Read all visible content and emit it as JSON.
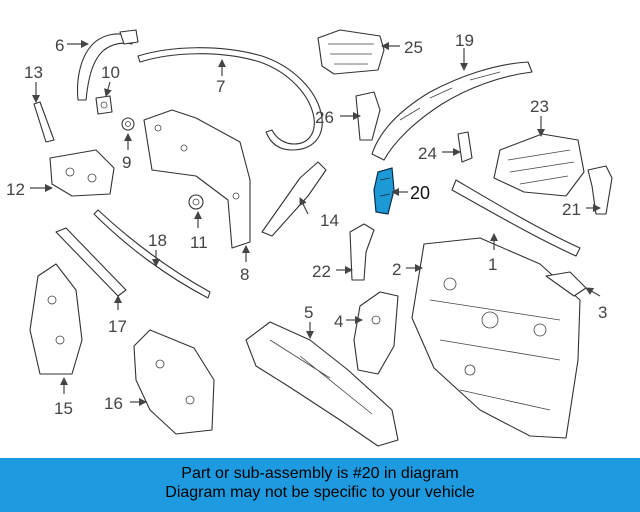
{
  "callouts": [
    "1",
    "2",
    "3",
    "4",
    "5",
    "6",
    "7",
    "8",
    "9",
    "10",
    "11",
    "12",
    "13",
    "14",
    "15",
    "16",
    "17",
    "18",
    "19",
    "20",
    "21",
    "22",
    "23",
    "24",
    "25",
    "26"
  ],
  "highlighted_callout": "20",
  "highlight_color": "#1b9ad6",
  "banner": {
    "line1": "Part or sub-assembly is #20 in diagram",
    "line2": "Diagram may not be specific to your vehicle",
    "background": "#1e9be0"
  }
}
